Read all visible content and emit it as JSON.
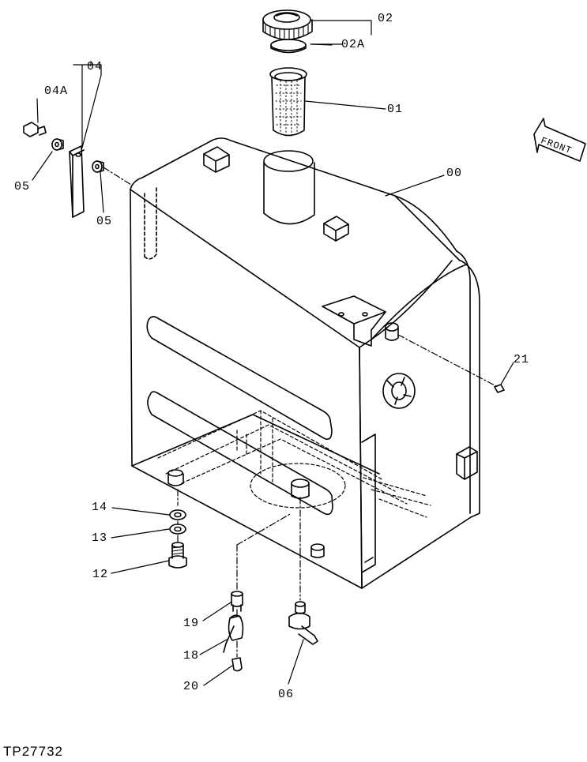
{
  "figure_id": "TP27732",
  "direction_marker": "FRONT",
  "callouts": {
    "c00": "00",
    "c01": "01",
    "c02": "02",
    "c02a": "02A",
    "c04": "04",
    "c04a": "04A",
    "c05a": "05",
    "c05b": "05",
    "c06": "06",
    "c12": "12",
    "c13": "13",
    "c14": "14",
    "c18": "18",
    "c19": "19",
    "c20": "20",
    "c21": "21"
  },
  "parts": [
    {
      "id": "00",
      "name": "tank-body"
    },
    {
      "id": "01",
      "name": "strainer"
    },
    {
      "id": "02",
      "name": "filler-cap"
    },
    {
      "id": "02A",
      "name": "cap-gasket"
    },
    {
      "id": "04",
      "name": "level-gauge-assembly"
    },
    {
      "id": "04A",
      "name": "gauge-bolt"
    },
    {
      "id": "05",
      "name": "washer"
    },
    {
      "id": "06",
      "name": "drain-cock"
    },
    {
      "id": "12",
      "name": "mounting-bolt"
    },
    {
      "id": "13",
      "name": "lock-washer"
    },
    {
      "id": "14",
      "name": "flat-washer"
    },
    {
      "id": "18",
      "name": "valve"
    },
    {
      "id": "19",
      "name": "fitting"
    },
    {
      "id": "20",
      "name": "plug"
    },
    {
      "id": "21",
      "name": "set-screw"
    }
  ]
}
